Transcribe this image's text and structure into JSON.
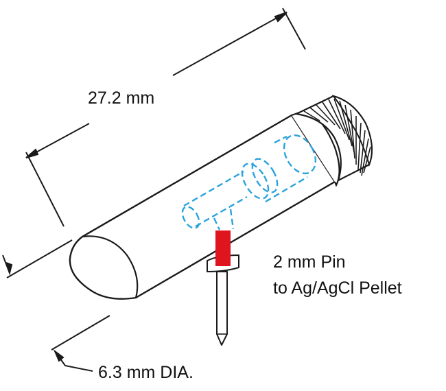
{
  "labels": {
    "length": "27.2 mm",
    "pin_line1": "2 mm Pin",
    "pin_line2": "to Ag/AgCl Pellet",
    "diameter": "6.3 mm DIA."
  },
  "colors": {
    "outline": "#1a1a1a",
    "hidden_lines": "#2aa3dc",
    "pin_contact": "#e0141e",
    "fill": "#ffffff"
  }
}
